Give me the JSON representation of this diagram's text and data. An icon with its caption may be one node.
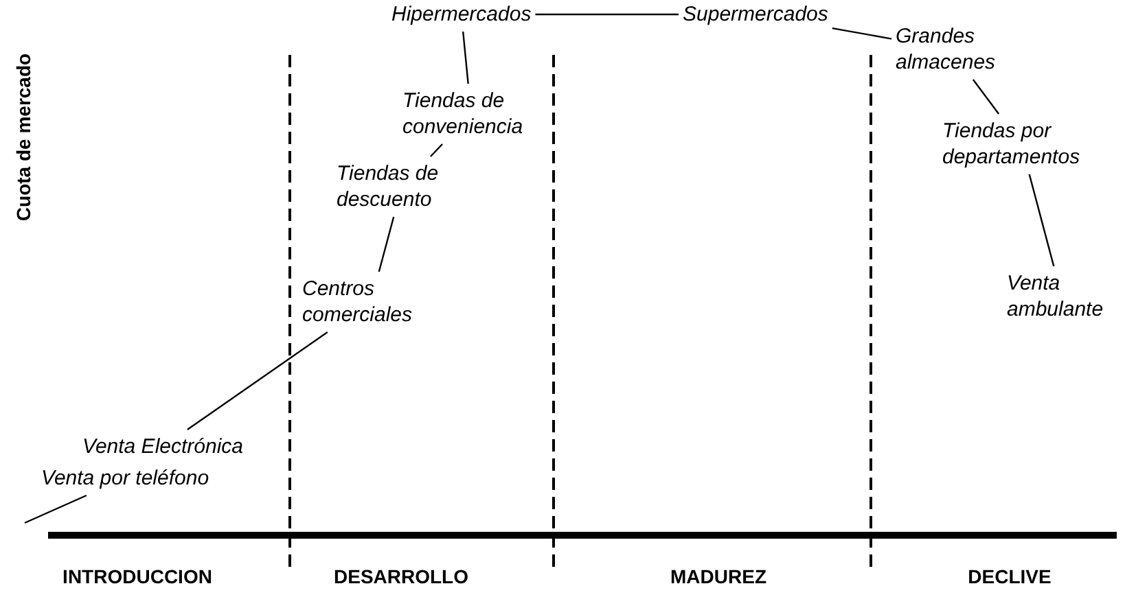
{
  "diagram": {
    "nodes": [
      {
        "text": [
          "Hipermercados"
        ]
      },
      {
        "text": [
          "Supermercados"
        ]
      },
      {
        "text": [
          "Grandes almacenes"
        ]
      },
      {
        "text": [
          "Tiendas de conveniencia"
        ]
      },
      {
        "text": [
          "Tiendas por departamentos"
        ]
      },
      {
        "text": [
          "Tiendas de descuento"
        ]
      },
      {
        "text": [
          "Venta ambulante"
        ]
      },
      {
        "text": [
          "Centros comerciales"
        ]
      },
      {
        "text": [
          "Venta Electrónica"
        ]
      },
      {
        "text": [
          "Venta por teléfono"
        ]
      }
    ],
    "edges": [
      {
        "from": null,
        "to": 9,
        "arrow": "none"
      },
      {
        "from": 8,
        "to": 7,
        "arrow": "none"
      },
      {
        "from": 7,
        "to": 5,
        "arrow": "none"
      },
      {
        "from": 5,
        "to": 3,
        "arrow": "none"
      },
      {
        "from": 3,
        "to": 0,
        "arrow": "none"
      },
      {
        "from": 0,
        "to": 1,
        "arrow": "none"
      },
      {
        "from": 1,
        "to": 2,
        "arrow": "none"
      },
      {
        "from": 2,
        "to": 4,
        "arrow": "none"
      },
      {
        "from": 4,
        "to": 6,
        "arrow": "none"
      }
    ],
    "labels": [
      "Cuota de mercado",
      "INTRODUCCION",
      "DESARROLLO",
      "MADUREZ",
      "DECLIVE"
    ]
  }
}
